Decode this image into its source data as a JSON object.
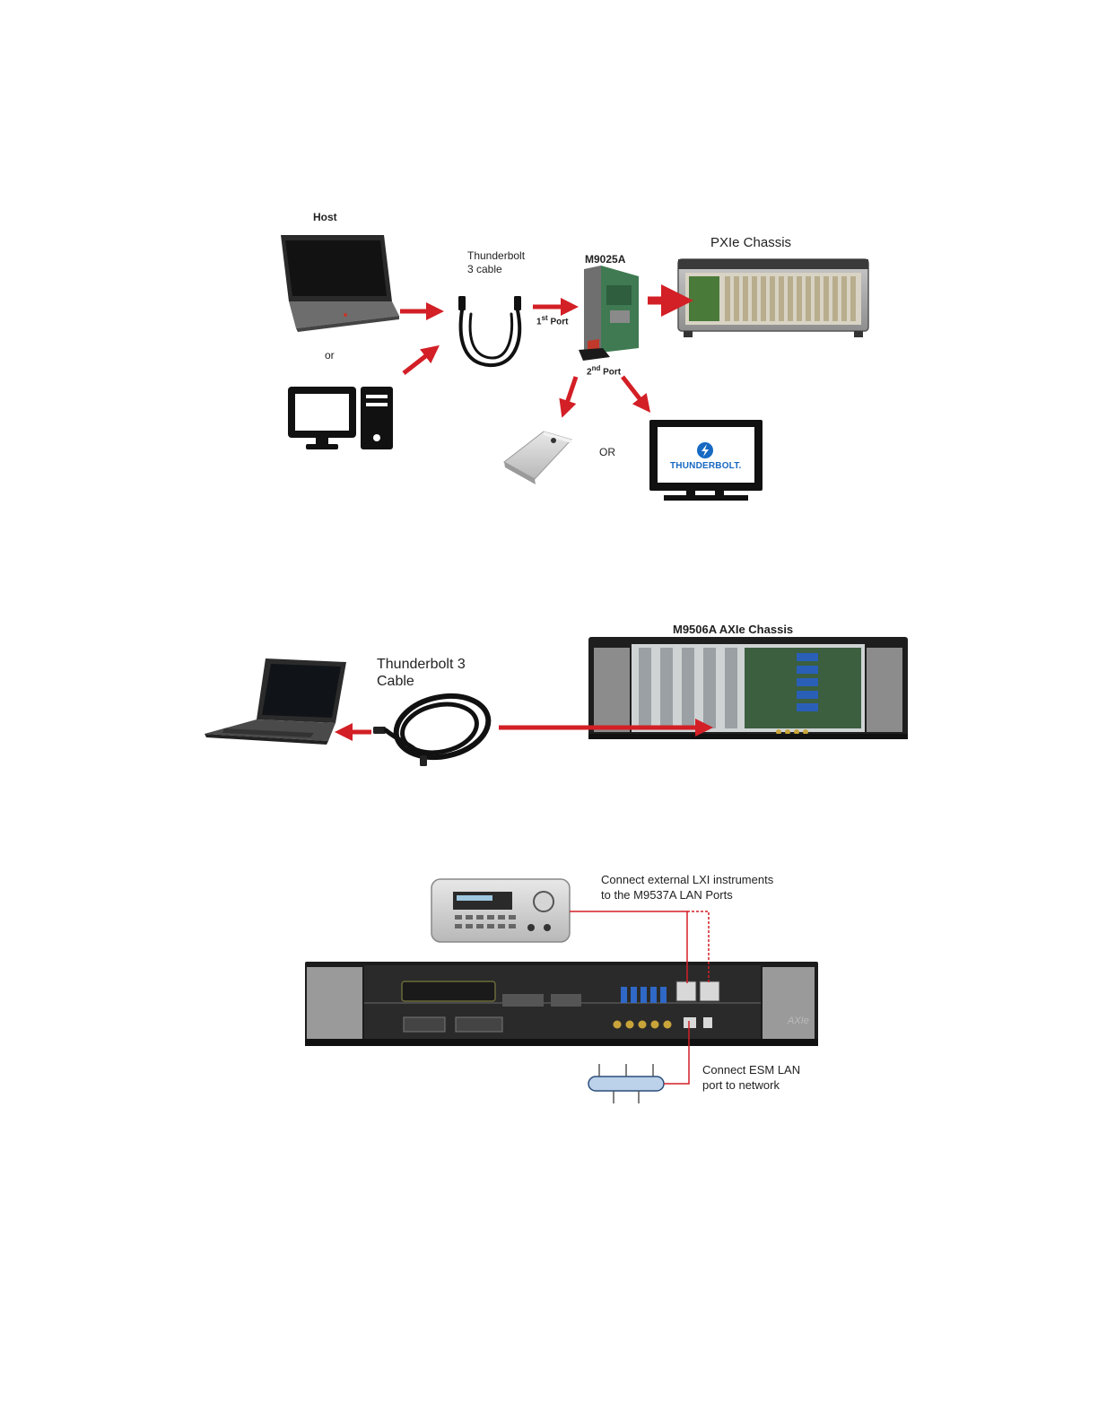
{
  "diagram1": {
    "host_label": "Host",
    "or_label_left": "or",
    "cable_label": "Thunderbolt\n3 cable",
    "module_label": "M9025A",
    "port1_number": "1",
    "port1_suffix": "st",
    "port1_text": "Port",
    "port2_number": "2",
    "port2_suffix": "nd",
    "port2_text": "Port",
    "chassis_label": "PXIe Chassis",
    "or_label_bottom": "OR",
    "monitor_logo_text": "THUNDERBOLT."
  },
  "diagram2": {
    "cable_label": "Thunderbolt 3\nCable",
    "chassis_label": "M9506A AXIe Chassis"
  },
  "diagram3": {
    "lxi_label": "Connect external LXI instruments\nto the M9537A LAN Ports",
    "esm_label": "Connect ESM LAN\nport to network",
    "axie_logo": "AXIe"
  },
  "colors": {
    "arrow": "#d31f26",
    "device_dark": "#1d1d1d",
    "chassis_gray": "#8c8c8c",
    "thunderbolt_blue": "#1769c2"
  }
}
